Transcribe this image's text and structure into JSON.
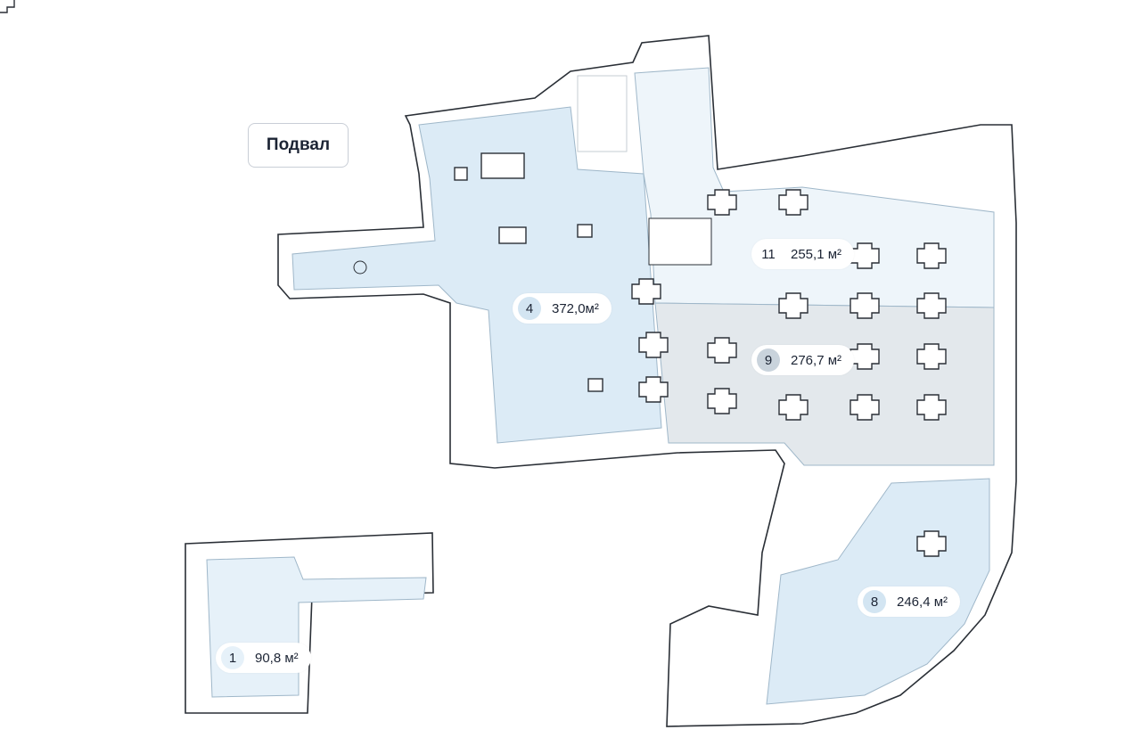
{
  "floor": {
    "label": "Подвал"
  },
  "rooms": [
    {
      "id": "4",
      "area": "372,0м²",
      "status_color": "#dcebf6"
    },
    {
      "id": "11",
      "area": "255,1 м²",
      "status_color": "#eef5fa"
    },
    {
      "id": "9",
      "area": "276,7 м²",
      "status_color": "#e3e8ec"
    },
    {
      "id": "8",
      "area": "246,4 м²",
      "status_color": "#dcebf6"
    },
    {
      "id": "1",
      "area": "90,8 м²",
      "status_color": "#e6f1f9"
    }
  ],
  "colors": {
    "wall": "#2a2f36",
    "badge_blue": "#d3e5f2",
    "badge_gray": "#c9d3dc"
  }
}
